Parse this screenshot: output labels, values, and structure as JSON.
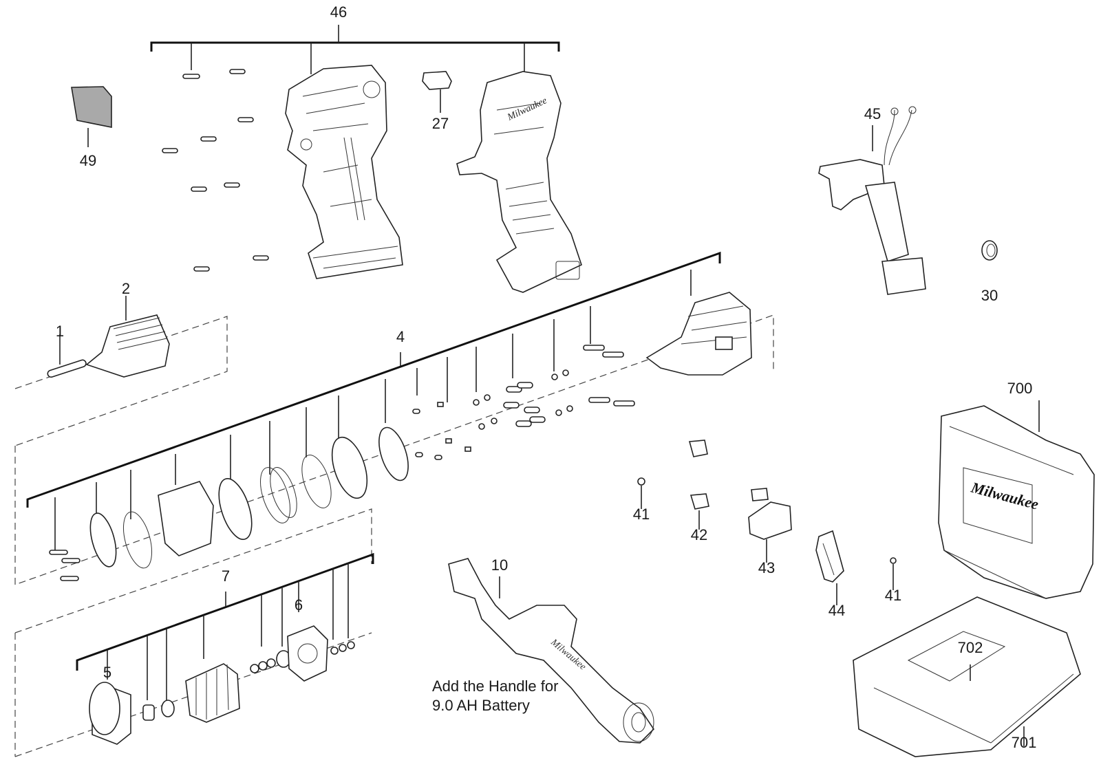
{
  "labels": {
    "p1": "1",
    "p2": "2",
    "p4": "4",
    "p5": "5",
    "p6": "6",
    "p7": "7",
    "p10": "10",
    "p27": "27",
    "p30": "30",
    "p41a": "41",
    "p41b": "41",
    "p42": "42",
    "p43": "43",
    "p44": "44",
    "p45": "45",
    "p46": "46",
    "p49": "49",
    "p700": "700",
    "p701": "701",
    "p702": "702"
  },
  "note": {
    "line1": "Add the Handle for",
    "line2": "9.0 AH Battery"
  },
  "brand": "Milwaukee"
}
